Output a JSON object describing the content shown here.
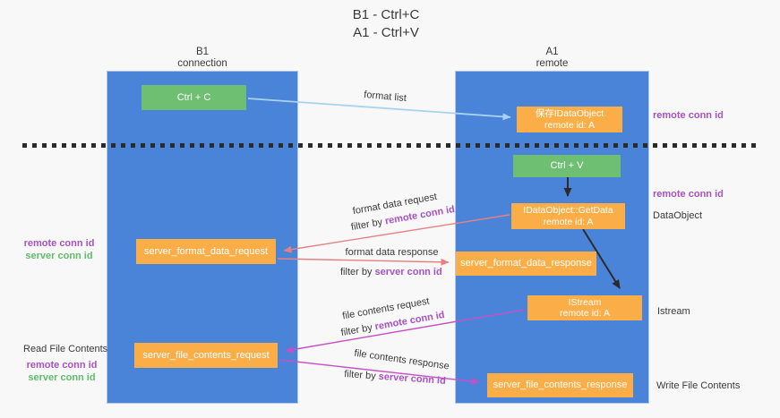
{
  "title": {
    "line1": "B1 - Ctrl+C",
    "line2": "A1 - Ctrl+V"
  },
  "lanes": {
    "left": {
      "name": "B1",
      "role": "connection"
    },
    "right": {
      "name": "A1",
      "role": "remote"
    }
  },
  "nodes": {
    "ctrl_c": {
      "label": "Ctrl + C"
    },
    "ctrl_v": {
      "label": "Ctrl + V"
    },
    "save_idataobject": {
      "line1": "保存IDataObject",
      "line2": "remote id: A"
    },
    "getdata": {
      "line1": "IDataObject::GetData",
      "line2": "remote id: A"
    },
    "istream": {
      "line1": "IStream",
      "line2": "remote id: A"
    },
    "server_format_data_request": {
      "label": "server_format_data_request"
    },
    "server_format_data_response": {
      "label": "server_format_data_response"
    },
    "server_file_contents_request": {
      "label": "server_file_contents_request"
    },
    "server_file_contents_response": {
      "label": "server_file_contents_response"
    }
  },
  "arrow_labels": {
    "format_list": "format list",
    "format_data_request": "format data request",
    "format_data_response": "format data response",
    "file_contents_request": "file contents request",
    "file_contents_response": "file contents response",
    "filter_by": "filter by "
  },
  "shared": {
    "remote_conn_id": "remote conn id",
    "server_conn_id": "server conn id"
  },
  "side_labels": {
    "dataobject": "DataObject",
    "istream": "Istream",
    "read_file_contents": "Read File Contents",
    "write_file_contents": "Write File Contents"
  },
  "colors": {
    "bg": "#f8f8f8",
    "lane_blue": "#4a84d8",
    "box_green": "#6fbf72",
    "box_orange": "#fbae47",
    "text_purple": "#a852c6",
    "text_green": "#5dbd69",
    "arrow_lightblue": "#a8d3f0",
    "arrow_red": "#e88080",
    "arrow_magenta": "#c750c7",
    "arrow_black": "#2b2b2b",
    "ink": "#3a3a3a"
  }
}
